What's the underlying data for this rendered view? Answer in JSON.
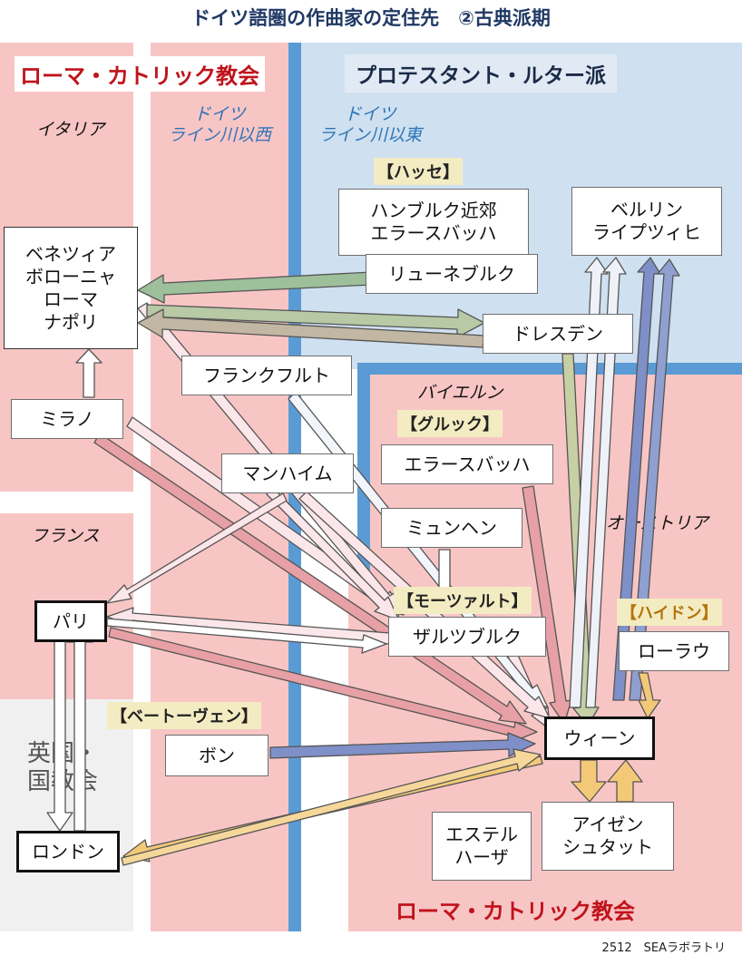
{
  "title": "ドイツ語圏の作曲家の定住先　②古典派期",
  "credit": "2512　SEAラボラトリ",
  "churches": {
    "catholic_top": "ローマ・カトリック教会",
    "protestant": "プロテスタント・ルター派",
    "catholic_bottom": "ローマ・カトリック教会"
  },
  "regions": {
    "italy": "イタリア",
    "germany_west": "ドイツ\nライン川以西",
    "germany_east": "ドイツ\nライン川以東",
    "bavaria": "バイエルン",
    "austria": "オーストリア",
    "france": "フランス",
    "england": "英国・\n国教会"
  },
  "composers": {
    "hasse": "【ハッセ】",
    "gluck": "【グルック】",
    "mozart": "【モーツァルト】",
    "haydn": "【ハイドン】",
    "beethoven": "【ベートーヴェン】"
  },
  "cities": {
    "hamburg": "ハンブルク近郊\nエラースバッハ",
    "berlin": "ベルリン\nライプツィヒ",
    "italy_cities": "ベネツィア\nボローニャ\nローマ\nナポリ",
    "luneburg": "リューネブルク",
    "dresden": "ドレスデン",
    "frankfurt": "フランクフルト",
    "milano": "ミラノ",
    "ellersbach": "エラースバッハ",
    "mannheim": "マンハイム",
    "munich": "ミュンヘン",
    "paris": "パリ",
    "salzburg": "ザルツブルク",
    "rohrau": "ローラウ",
    "bonn": "ボン",
    "vienna": "ウィーン",
    "london": "ロンドン",
    "esterhaza": "エステル\nハーザ",
    "eisenstadt": "アイゼン\nシュタット"
  },
  "colors": {
    "catholic_region": "#f8c5c5",
    "protestant_region": "#cfe0f0",
    "england_region": "#f0f0f0",
    "divider": "#5b9bd5",
    "church_text": "#c0131b",
    "region_blue_text": "#2e75b6",
    "hasse_arrow": "#9dbf9a",
    "gluck_arrow": "#e7a0a5",
    "mozart_arrow": "#f6d9de",
    "haydn_arrow": "#f3c978",
    "beethoven_arrow": "#7f8fc7",
    "berlin_arrow": "#e6ecf5"
  }
}
